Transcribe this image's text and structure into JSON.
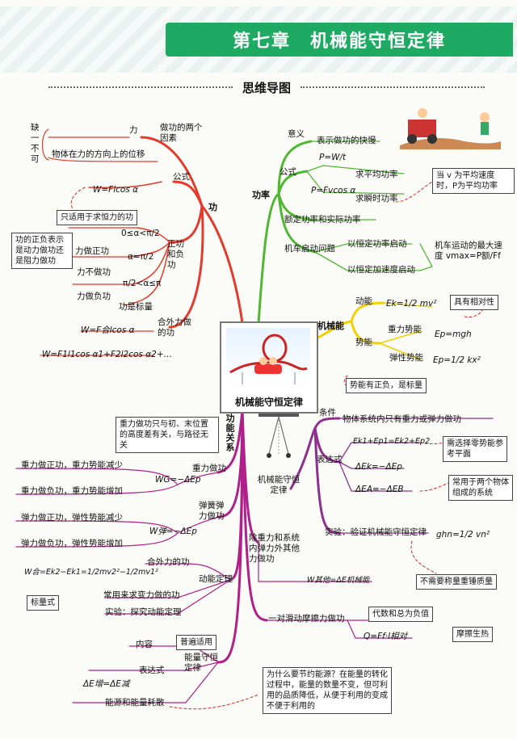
{
  "header": {
    "title": "第七章　机械能守恒定律",
    "subtitle": "思维导图"
  },
  "center": {
    "title": "机械能守恒定律"
  },
  "work": {
    "label": "功",
    "must": "缺一不可",
    "force": "力",
    "two_factors": "做功的两个因素",
    "displacement": "物体在力的方向上的位移",
    "formula_label": "公式",
    "formula": "W=Flcos α",
    "constant_force": "只适用于求恒力的功",
    "sign_note": "功的正负表示是动力做功还是阻力做功",
    "pos_neg": "正功和负功",
    "cond_range": "0≤α<π/2",
    "positive": "力做正功",
    "cond_zero": "α=π/2",
    "zero": "力不做功",
    "cond_neg": "π/2<α≤π",
    "negative": "力做负功",
    "scalar": "功是标量",
    "net": "合外力做的功",
    "net_formula1": "W=F合lcos α",
    "net_formula2": "W=F1l1cos α1+F2l2cos α2+…"
  },
  "power": {
    "label": "功率",
    "meaning": "意义",
    "meaning_desc": "表示做功的快慢",
    "formula_label": "公式",
    "f1": "P=W/t",
    "avg": "求平均功率",
    "f2": "P=Fvcos α",
    "inst": "求瞬时功率",
    "note": "当 v 为平均速度时，P为平均功率",
    "rated": "额定功率和实际功率",
    "start": "机车启动问题",
    "const_p": "以恒定功率启动",
    "const_a": "以恒定加速度启动",
    "max_note": "机车运动的最大速度 vmax=P额/Ff"
  },
  "mech": {
    "label": "机械能",
    "kinetic": "动能",
    "ek": "Ek=1/2 mv²",
    "relative": "具有相对性",
    "potential": "势能",
    "grav": "重力势能",
    "ep1": "Ep=mgh",
    "elastic": "弹性势能",
    "ep2": "Ep=1/2 kx²",
    "sign": "势能有正负，是标量"
  },
  "cons": {
    "label": "机械能守恒定律",
    "condition": "条件",
    "cond_desc": "物体系统内只有重力或弹力做功",
    "expr": "表达式",
    "e1": "Ek1+Ep1=Ek2+Ep2",
    "zero_plane": "需选择零势能参考平面",
    "e2": "ΔEk=−ΔEp",
    "e3": "ΔEA=−ΔEB",
    "two_obj": "常用于两个物体组成的系统",
    "exp": "实验：验证机械能守恒定律",
    "gh": "ghn=1/2 vn²",
    "no_mass": "不需要称量重锤质量"
  },
  "rel": {
    "label": "功能关系",
    "grav_work": "重力做功",
    "gw_note": "重力做功只与初、末位置的高度差有关，与路径无关",
    "g_pos": "重力做正功，重力势能减少",
    "g_formula": "WG=−ΔEp",
    "g_neg": "重力做负功，重力势能增加",
    "spring": "弹簧弹力做功",
    "s_pos": "弹力做正功，弹性势能减少",
    "s_formula": "W弹=−ΔEp",
    "s_neg": "弹力做负功，弹性势能增加",
    "thm": "动能定理",
    "net_work": "合外力的功",
    "k_formula": "W合=Ek2−Ek1=1/2mv2²−1/2mv1²",
    "scalar": "标量式",
    "var_force": "常用来求变力做的功",
    "k_exp": "实验：探究动能定理",
    "other": "除重力和系统内弹力外其他力做功",
    "o_formula": "W其他=ΔE机械能",
    "friction": "一对滑动摩擦力做功",
    "neg_sum": "代数和总为负值",
    "f_formula": "Q=Ff·l相对",
    "heat": "摩擦生热",
    "econs": "能量守恒定律",
    "content": "内容",
    "universal": "普遍适用",
    "expr": "表达式",
    "de": "ΔE增=ΔE减",
    "dissip": "能源和能量耗散",
    "save": "为什么要节约能源？在能量的转化过程中，能量的数量不变，但可利用的品质降低，从便于利用的变成不便于利用的"
  },
  "colors": {
    "work": "#e43a2b",
    "power": "#4fb833",
    "mech": "#f0d000",
    "rel": "#b0208a",
    "cons": "#8e2f8e",
    "banner": "#1faa63"
  }
}
